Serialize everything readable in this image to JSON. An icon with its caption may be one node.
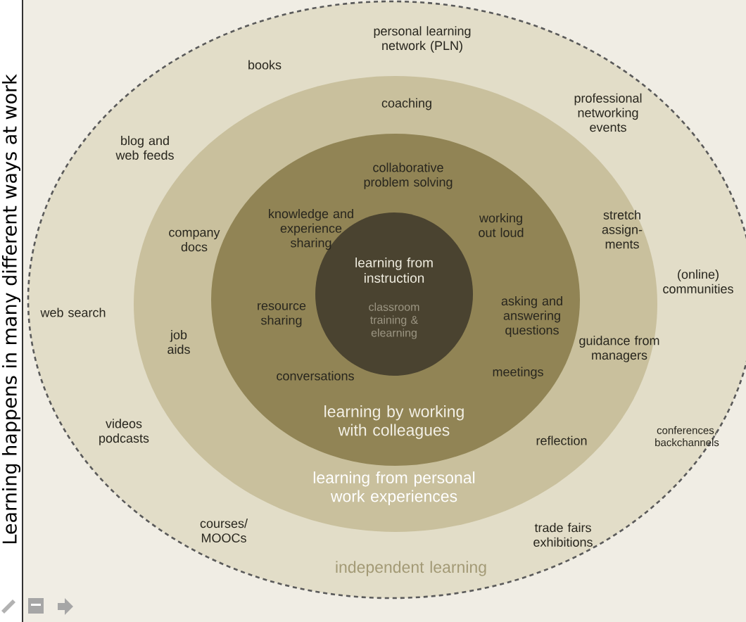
{
  "diagram": {
    "title": "Learning happens in many different ways at work",
    "nodes": [
      {
        "text": [
          "independent learning"
        ]
      },
      {
        "text": [
          "learning from personal work experiences"
        ],
        "in": 0
      },
      {
        "text": [
          "learning by working with colleagues"
        ],
        "in": 1
      },
      {
        "text": [
          "learning from instruction",
          "classroom training & elearning"
        ],
        "in": 2
      }
    ],
    "labels": [
      "personal learning network (PLN)",
      "books",
      "coaching",
      "professional networking events",
      "blog and web feeds",
      "collaborative problem solving",
      "knowledge and experience sharing",
      "working out loud",
      "company docs",
      "stretch assign- ments",
      "(online) communities",
      "web search",
      "resource sharing",
      "asking and answering questions",
      "job aids",
      "guidance from managers",
      "conversations",
      "meetings",
      "videos podcasts",
      "reflection",
      "conferences, backchannels",
      "courses/ MOOCs",
      "trade fairs exhibitions"
    ]
  }
}
